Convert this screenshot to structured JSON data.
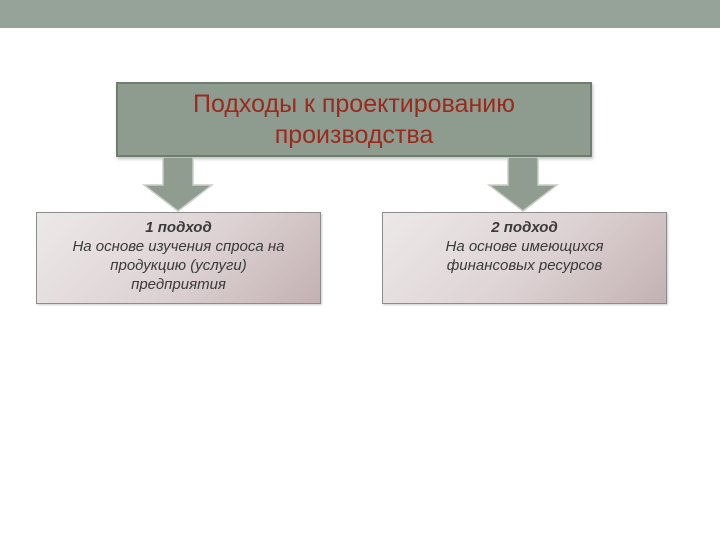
{
  "title": "Подходы к проектированию\nпроизводства",
  "approaches": [
    {
      "heading": "1 подход",
      "text": "На основе изучения спроса на\nпродукцию (услуги)\nпредприятия"
    },
    {
      "heading": "2 подход",
      "text": "На основе имеющихся\nфинансовых ресурсов"
    }
  ],
  "colors": {
    "band": "#95a398",
    "main_box": "#8e9c8f",
    "title_text": "#9b2a1e",
    "arrow": "#8f9c8f"
  }
}
